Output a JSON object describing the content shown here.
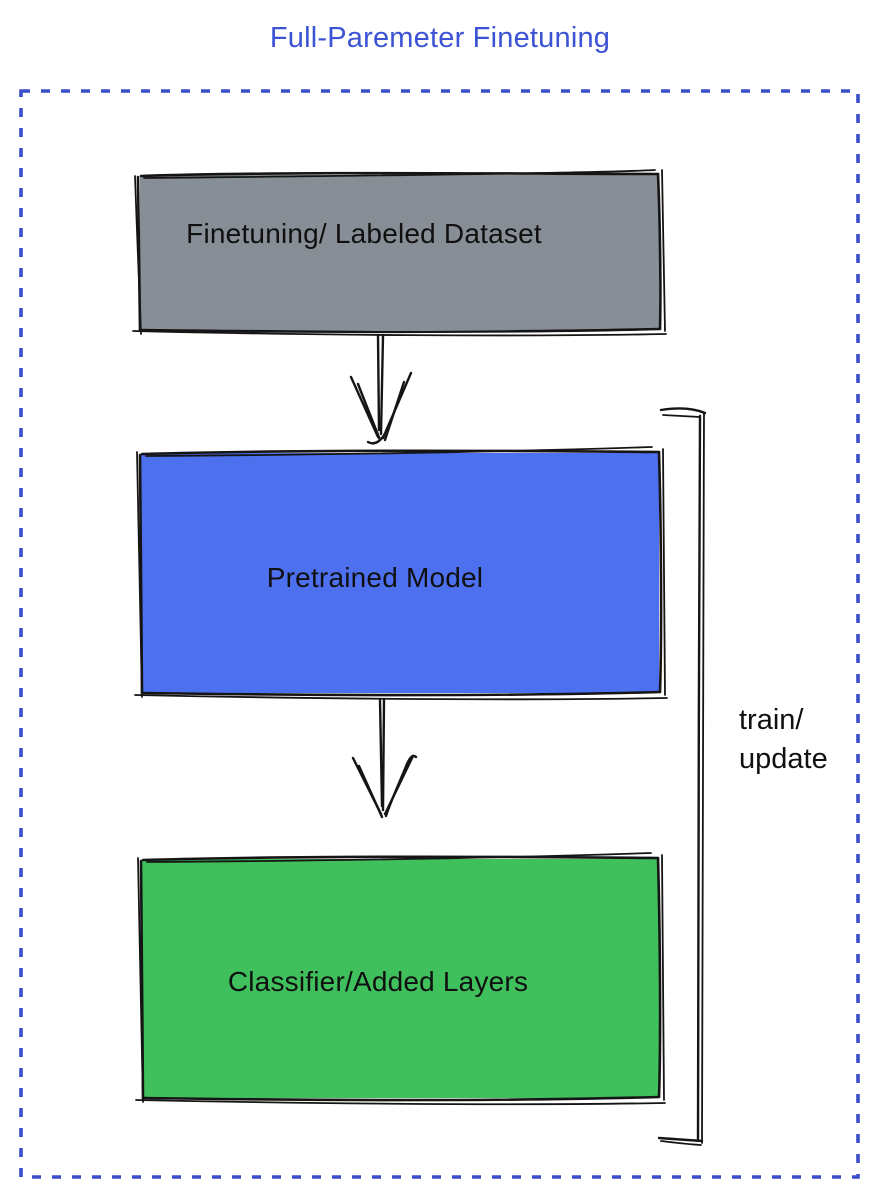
{
  "diagram": {
    "title": "Full-Paremeter Finetuning",
    "boxes": [
      {
        "id": "finetuning-dataset",
        "label": "Finetuning/ Labeled Dataset",
        "fill": "#878e96"
      },
      {
        "id": "pretrained-model",
        "label": "Pretrained Model",
        "fill": "#4c70ee"
      },
      {
        "id": "classifier-layers",
        "label": "Classifier/Added Layers",
        "fill": "#3fc05d"
      }
    ],
    "side_label": "train/\nupdate",
    "colors": {
      "title_text": "#3b53d4",
      "boundary_dots": "#3b4ec9",
      "sketch_stroke": "#151515",
      "box_text": "#101010"
    }
  }
}
